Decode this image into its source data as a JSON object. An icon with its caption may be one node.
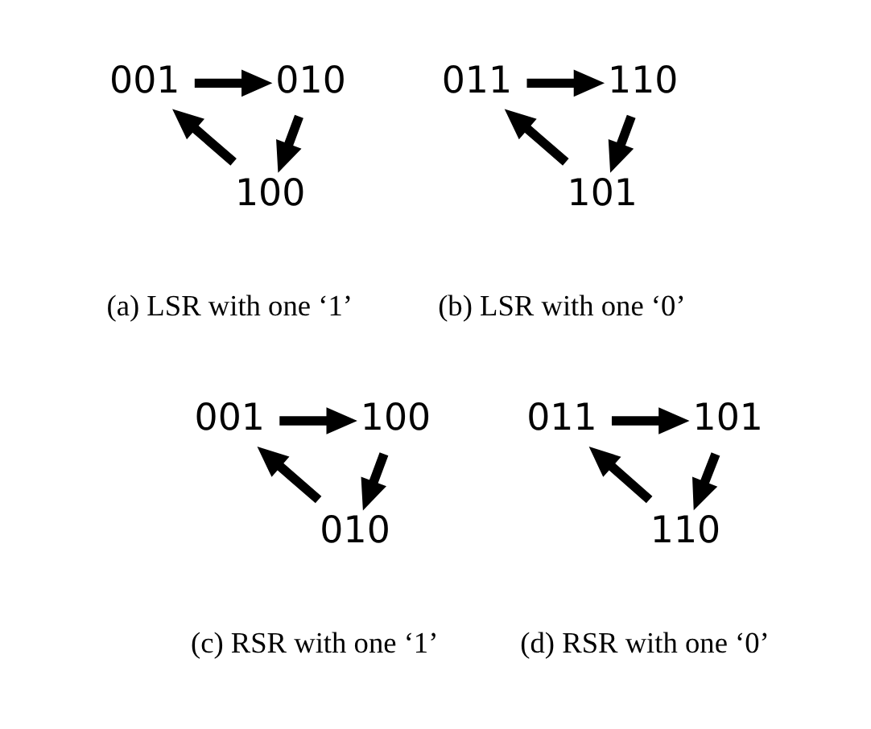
{
  "diagram": {
    "nodes": [
      {
        "text": [
          "001"
        ]
      },
      {
        "text": [
          "010"
        ]
      },
      {
        "text": [
          "100"
        ]
      },
      {
        "text": [
          "011"
        ]
      },
      {
        "text": [
          "110"
        ]
      },
      {
        "text": [
          "101"
        ]
      },
      {
        "text": [
          "001"
        ]
      },
      {
        "text": [
          "100"
        ]
      },
      {
        "text": [
          "010"
        ]
      },
      {
        "text": [
          "011"
        ]
      },
      {
        "text": [
          "101"
        ]
      },
      {
        "text": [
          "110"
        ]
      }
    ],
    "edges": [
      {
        "from": 0,
        "to": 1,
        "arrow": "to"
      },
      {
        "from": 1,
        "to": 2,
        "arrow": "to"
      },
      {
        "from": 2,
        "to": 0,
        "arrow": "to"
      },
      {
        "from": 3,
        "to": 4,
        "arrow": "to"
      },
      {
        "from": 4,
        "to": 5,
        "arrow": "to"
      },
      {
        "from": 5,
        "to": 3,
        "arrow": "to"
      },
      {
        "from": 6,
        "to": 7,
        "arrow": "to"
      },
      {
        "from": 7,
        "to": 8,
        "arrow": "to"
      },
      {
        "from": 8,
        "to": 6,
        "arrow": "to"
      },
      {
        "from": 9,
        "to": 10,
        "arrow": "to"
      },
      {
        "from": 10,
        "to": 11,
        "arrow": "to"
      },
      {
        "from": 11,
        "to": 9,
        "arrow": "to"
      }
    ],
    "labels": [
      "(a) LSR with one ‘1’",
      "(b) LSR with one ‘0’",
      "(c) RSR with one ‘1’",
      "(d) RSR with one ‘0’"
    ]
  }
}
